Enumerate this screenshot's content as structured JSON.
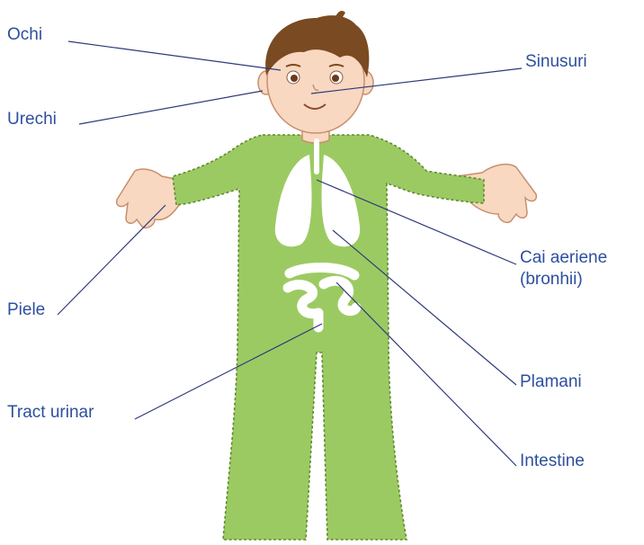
{
  "labels": {
    "ochi": "Ochi",
    "urechi": "Urechi",
    "piele": "Piele",
    "tract_urinar": "Tract urinar",
    "sinusuri": "Sinusuri",
    "cai_aeriene_line1": "Cai aeriene",
    "cai_aeriene_line2": "(bronhii)",
    "plamani": "Plamani",
    "intestine": "Intestine"
  },
  "colors": {
    "label_text": "#2d4f9e",
    "leader_line": "#2d3a7a",
    "suit": "#9cca62",
    "suit_stitch": "#5f8a2f",
    "skin": "#f8d8c0",
    "skin_outline": "#c98e6e",
    "hair": "#7a4a22",
    "organ": "#ffffff"
  }
}
